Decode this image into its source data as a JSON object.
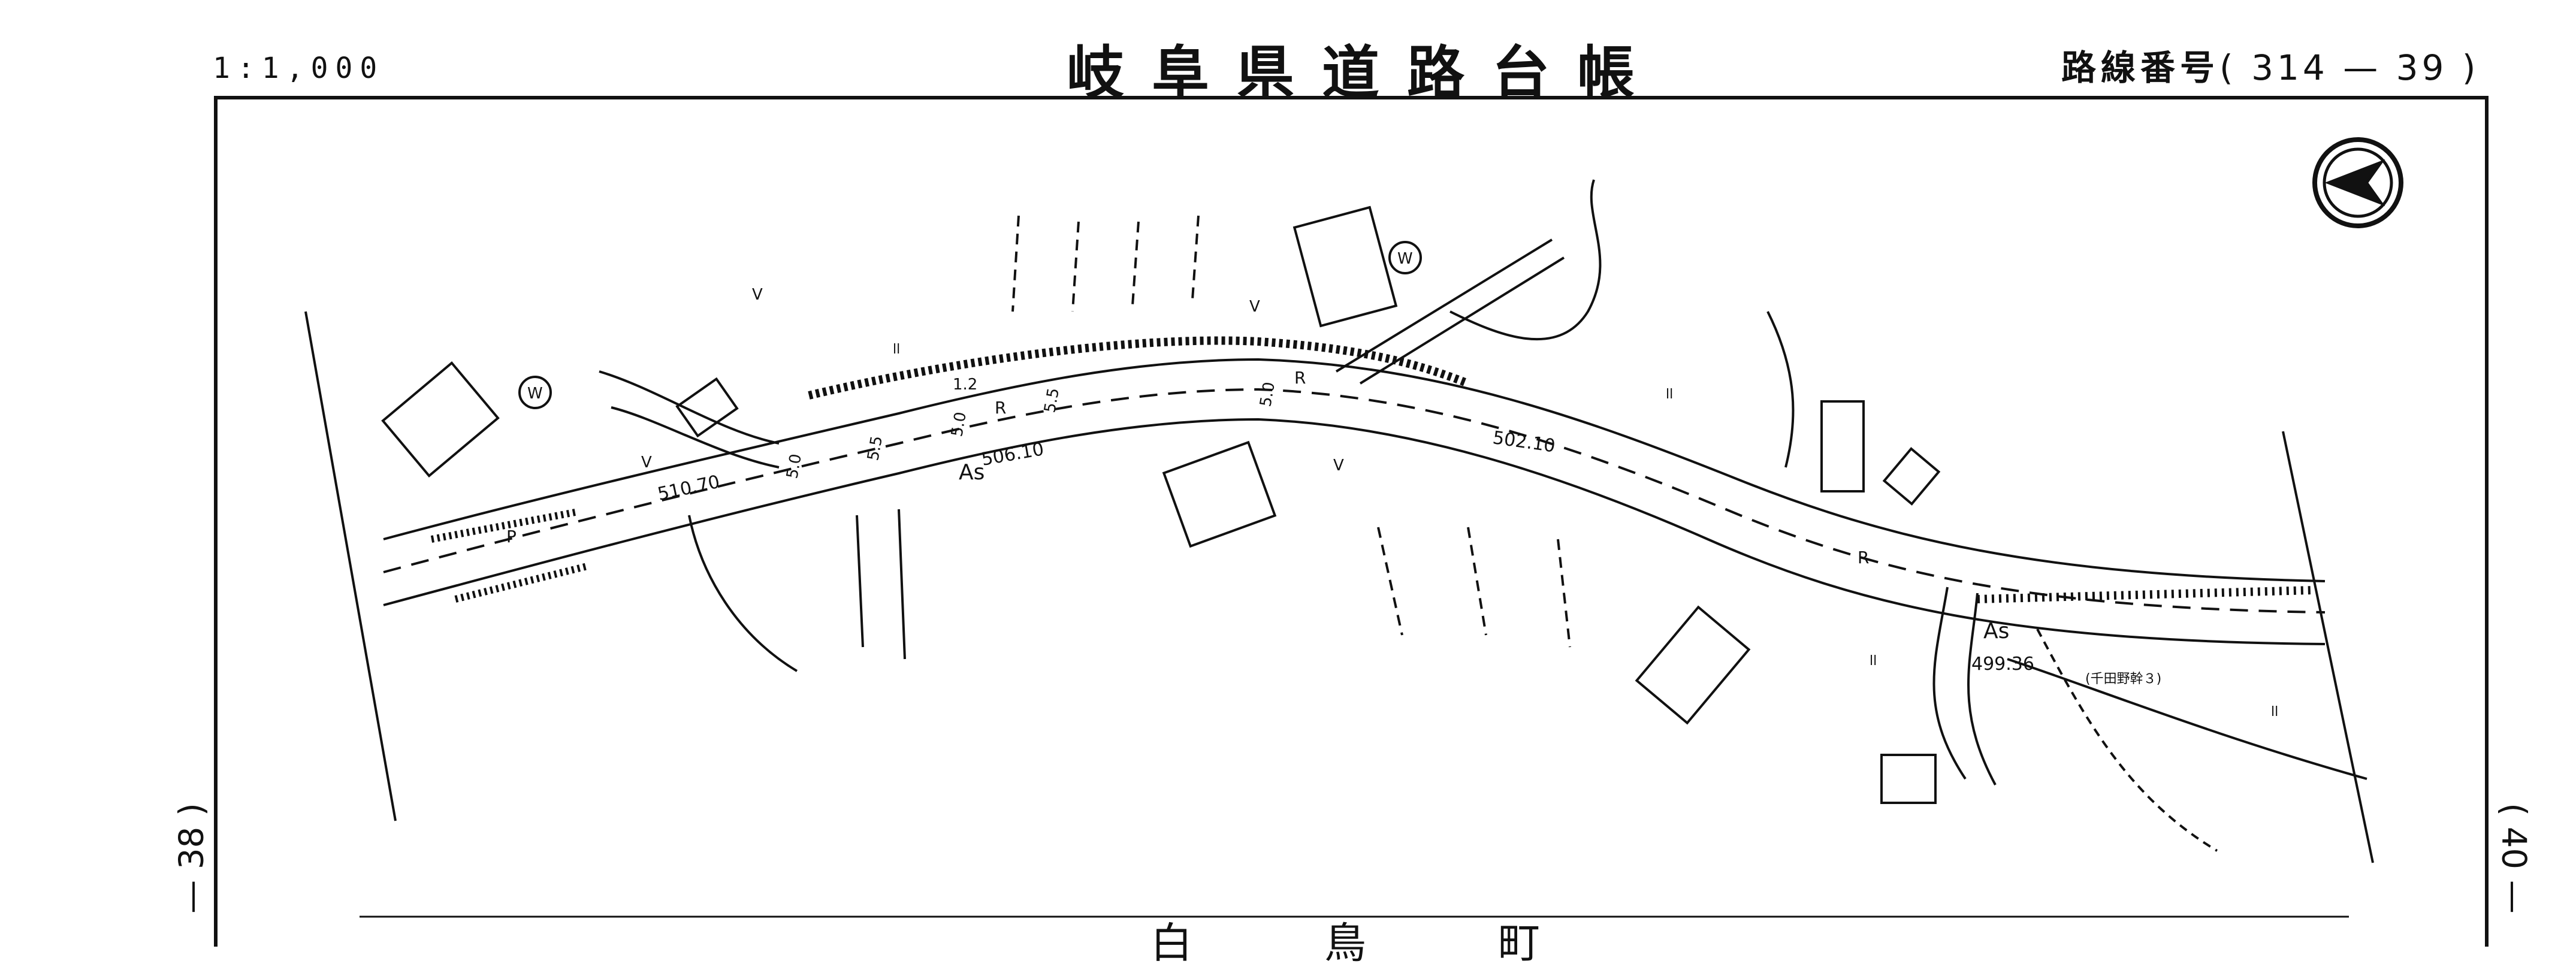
{
  "header": {
    "scale": "1:1,000",
    "title": "岐阜県道路台帳",
    "route_label": "路線番号",
    "route_number": "( 314 — 39 )"
  },
  "adjacent_sheets": {
    "left": "— 38 )",
    "right": "( 40 —"
  },
  "map": {
    "elevations": {
      "e1": "510.70",
      "e2": "506.10",
      "e3": "502.10",
      "e4": "499.36"
    },
    "pavement": "As",
    "road_labels": {
      "r": "R",
      "p": "P",
      "w": "W"
    },
    "widths": [
      "5.0",
      "5.5",
      "5.5",
      "5.0",
      "5.0",
      "1.2"
    ],
    "boundary_marker": "(千田野幹３)",
    "symbols": {
      "v": "V",
      "ll": "ll"
    },
    "north_arrow": "north-arrow-icon"
  },
  "bottom_labels": [
    "白",
    "鳥",
    "町"
  ]
}
